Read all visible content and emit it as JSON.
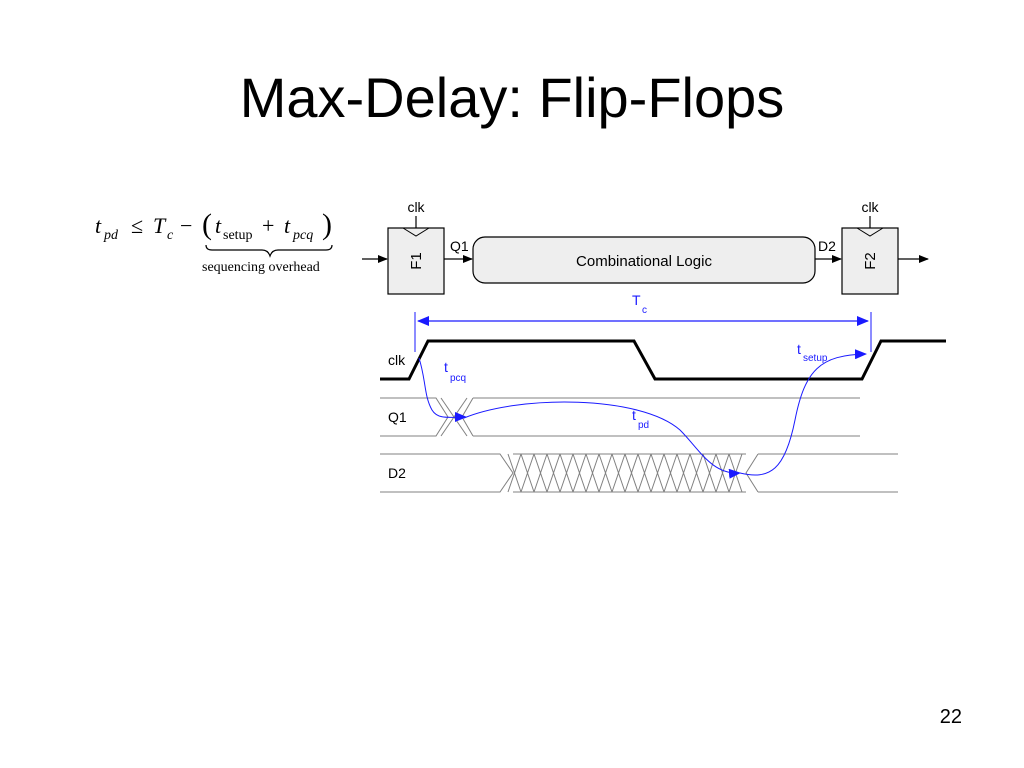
{
  "slide": {
    "title": "Max-Delay: Flip-Flops",
    "page_number": "22"
  },
  "equation": {
    "lhs_t": "t",
    "lhs_sub": "pd",
    "leq": "≤",
    "T": "T",
    "T_sub": "c",
    "minus": "−",
    "lparen": "(",
    "t1": "t",
    "t1_sub": "setup",
    "plus": "+",
    "t2": "t",
    "t2_sub": "pcq",
    "rparen": ")",
    "brace_label": "sequencing overhead"
  },
  "circuit": {
    "clk_left": "clk",
    "clk_right": "clk",
    "ff1": "F1",
    "ff2": "F2",
    "q1": "Q1",
    "d2": "D2",
    "logic": "Combinational Logic",
    "tc": "T",
    "tc_sub": "c"
  },
  "timing": {
    "clk": "clk",
    "q1": "Q1",
    "d2": "D2",
    "tpcq": "t",
    "tpcq_sub": "pcq",
    "tpd": "t",
    "tpd_sub": "pd",
    "tsetup": "t",
    "tsetup_sub": "setup"
  },
  "colors": {
    "annotation": "#1a1aff",
    "line": "#000000",
    "grey_line": "#808080"
  }
}
